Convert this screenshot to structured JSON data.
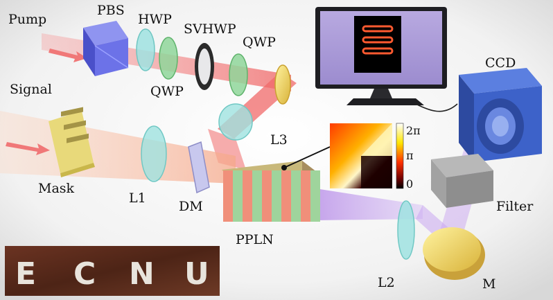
{
  "labels": {
    "pump": "Pump",
    "pbs": "PBS",
    "hwp": "HWP",
    "svhwp": "SVHWP",
    "qwp_top": "QWP",
    "qwp_bottom": "QWP",
    "signal": "Signal",
    "mask": "Mask",
    "l1": "L1",
    "dm": "DM",
    "l3": "L3",
    "ppln": "PPLN",
    "ccd": "CCD",
    "filter": "Filter",
    "l2": "L2",
    "m": "M"
  },
  "phase_colorbar": {
    "tick_top": "2π",
    "tick_mid": "π",
    "tick_bottom": "0"
  },
  "photo": {
    "letters": [
      "E",
      "C",
      "N",
      "U"
    ]
  },
  "colors": {
    "pump_beam": "#f06a6a",
    "signal_beam": "#f5b48c",
    "output_beam": "#c9a6f0",
    "pbs": "#6c72e8",
    "waveplate_green": "#8fd69a",
    "waveplate_cyan": "#9fe2e0",
    "mirror_gold": "#e8cf5a",
    "ccd_blue": "#3d62c9",
    "photo_bg": "#5b2a1c"
  }
}
